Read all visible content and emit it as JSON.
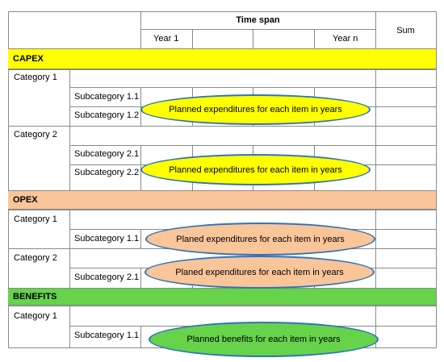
{
  "header": {
    "time_span": "Time span",
    "sum": "Sum",
    "year_first": "Year 1",
    "year_last": "Year n"
  },
  "sections": {
    "capex": {
      "title": "CAPEX",
      "color": "#ffff00",
      "category1": "Category 1",
      "sub11": "Subcategory 1.1",
      "sub12": "Subcategory 1.2",
      "category2": "Category 2",
      "sub21": "Subcategory 2.1",
      "sub22": "Subcategory 2.2",
      "ellipse1": "Planned expenditures for each item in years",
      "ellipse2": "Planned expenditures for each item in years",
      "ellipse_color": "#ffff00",
      "ellipse_border": "#2e75b6"
    },
    "opex": {
      "title": "OPEX",
      "color": "#fbc59a",
      "category1": "Category 1",
      "sub11": "Subcategory 1.1",
      "category2": "Category 2",
      "sub21": "Subcategory 2.1",
      "ellipse1": "Planed expenditures for each item in years",
      "ellipse2": "Planed expenditures for each item in years",
      "ellipse_color": "#fbc59a",
      "ellipse_border": "#2e75b6"
    },
    "benefits": {
      "title": "BENEFITS",
      "color": "#66d34a",
      "category1": "Category 1",
      "sub11": "Subcategory 1.1",
      "ellipse1": "Planned benefits for each item in years",
      "ellipse_color": "#66d34a",
      "ellipse_border": "#2e75b6"
    }
  }
}
